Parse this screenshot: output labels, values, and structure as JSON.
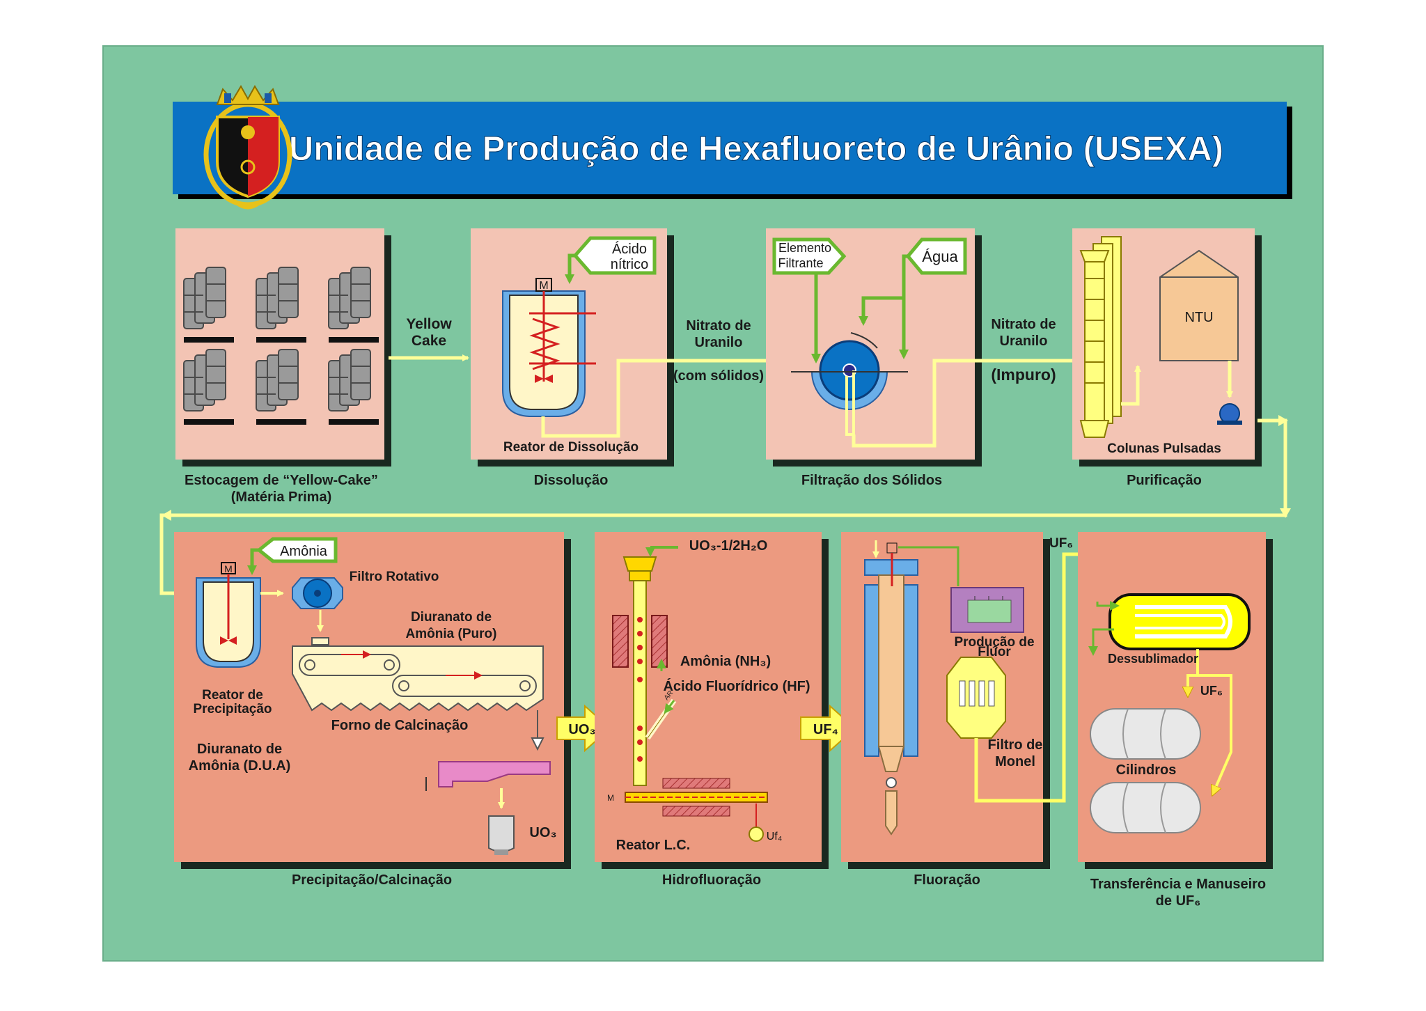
{
  "title": "Unidade de Produção de Hexafluoreto de Urânio (USEXA)",
  "stages_top": [
    {
      "caption_line1": "Estocagem de “Yellow-Cake”",
      "caption_line2": "(Matéria Prima)"
    },
    {
      "caption_line1": "Dissolução",
      "inner_label": "Reator de Dissolução"
    },
    {
      "caption_line1": "Filtração dos Sólidos"
    },
    {
      "caption_line1": "Purificação",
      "inner_label": "Colunas Pulsadas"
    }
  ],
  "stages_bottom": [
    {
      "caption_line1": "Precipitação/Calcinação"
    },
    {
      "caption_line1": "Hidrofluoração"
    },
    {
      "caption_line1": "Fluoração"
    },
    {
      "caption_line1": "Transferência e Manuseiro",
      "caption_line2": "de UF₆"
    }
  ],
  "flow_labels": {
    "yellow_cake_1": "Yellow",
    "yellow_cake_2": "Cake",
    "nitrato1_1": "Nitrato de",
    "nitrato1_2": "Uranilo",
    "nitrato1_3": "(com sólidos)",
    "nitrato2_1": "Nitrato de",
    "nitrato2_2": "Uranilo",
    "nitrato2_3": "(Impuro)",
    "uo3_arrow": "UO₃",
    "uf4_arrow": "UF₄",
    "uf6_top": "UF₆"
  },
  "tags": {
    "acido_nitrico_1": "Ácido",
    "acido_nitrico_2": "nítrico",
    "elemento_1": "Elemento",
    "elemento_2": "Filtrante",
    "agua": "Água",
    "amonia": "Amônia",
    "ntu": "NTU",
    "motor": "M"
  },
  "precipitation": {
    "filtro_rotativo": "Filtro Rotativo",
    "diuranato_puro_1": "Diuranato de",
    "diuranato_puro_2": "Amônia (Puro)",
    "reator_1": "Reator de",
    "reator_2": "Precipitação",
    "forno": "Forno de Calcinação",
    "dua_1": "Diuranato de",
    "dua_2": "Amônia (D.U.A)",
    "uo3": "UO₃"
  },
  "hydrofluorination": {
    "feed": "UO₃-1/2H₂O",
    "amonia": "Amônia (NH₃)",
    "hf": "Ácido Fluorídrico (HF)",
    "reator": "Reator L.C.",
    "uf4": "Uf₄",
    "ar": "AR"
  },
  "fluorination": {
    "producao_1": "Produção de",
    "producao_2": "Flúor",
    "filtro_1": "Filtro de",
    "filtro_2": "Monel"
  },
  "transfer": {
    "dessublimador": "Dessublimador",
    "uf6": "UF₆",
    "cilindros": "Cilindros"
  },
  "colors": {
    "background": "#7ec6a0",
    "title_bar": "#0a72c4",
    "panel_top": "#f3c4b4",
    "panel_bottom": "#ec9a80",
    "flow_line": "#ffff99",
    "green_arrow": "#6ab82f",
    "red": "#d42020",
    "blue_jacket": "#6aaee8"
  }
}
